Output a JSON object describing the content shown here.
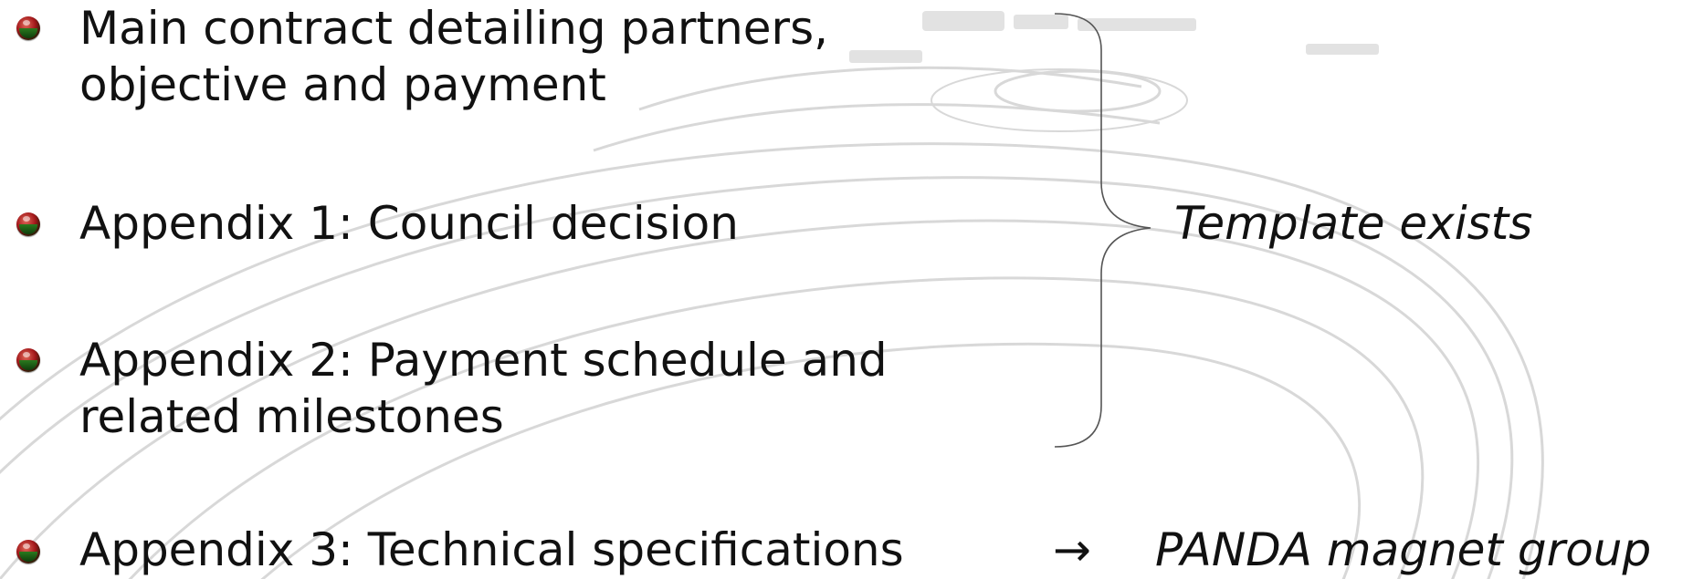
{
  "bullets": [
    {
      "line1": "Main contract detailing partners,",
      "line2": "objective and payment"
    },
    {
      "line1": "Appendix 1: Council decision",
      "line2": ""
    },
    {
      "line1": "Appendix 2: Payment schedule and",
      "line2": "related milestones"
    },
    {
      "line1": "Appendix 3: Technical specifications",
      "line2": ""
    }
  ],
  "brace_note": "Template exists",
  "arrow_symbol": "→",
  "arrow_note": "PANDA magnet group",
  "colors": {
    "text": "#111111",
    "bullet_red": "#a3171a",
    "bullet_green": "#1c6b1a",
    "watermark": "#c8c8c8"
  }
}
